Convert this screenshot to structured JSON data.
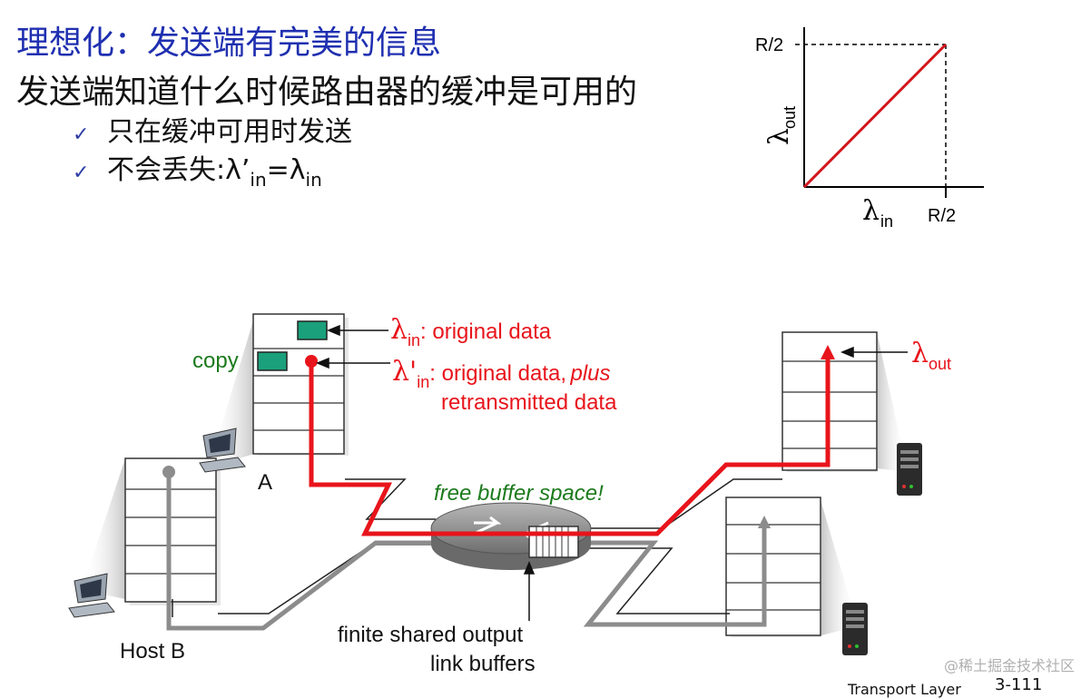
{
  "slide": {
    "title": "理想化：发送端有完美的信息",
    "subtitle": "发送端知道什么时候路由器的缓冲是可用的",
    "bullets": [
      {
        "prefix": "只在缓冲可用时发送",
        "lambda": "",
        "sub_a": "",
        "eq": "",
        "sub_b": ""
      },
      {
        "prefix": "不会丢失:",
        "lambda": "λ’",
        "sub_a": "in",
        "eq": "=λ",
        "sub_b": "in"
      }
    ],
    "check_icon": "✓"
  },
  "graph": {
    "y_tick": "R/2",
    "x_tick": "R/2",
    "y_label": "λ",
    "y_label_sub": "out",
    "x_label": "λ",
    "x_label_sub": "in",
    "line_color": "#d2161c"
  },
  "diagram": {
    "lambda_in_symbol": "λ",
    "lambda_in_sub": "in",
    "lambda_in_text": ": original data",
    "lambda_in_prime_symbol": "λ'",
    "lambda_in_prime_sub": "in",
    "lambda_in_prime_text": ": original data,",
    "lambda_in_prime_plus": "plus",
    "retransmitted": "retransmitted data",
    "lambda_out_symbol": "λ",
    "lambda_out_sub": "out",
    "copy": "copy",
    "host_a": "A",
    "host_b": "Host B",
    "free_buffer": "free buffer space!",
    "finite_buffers_line1": "finite shared output",
    "finite_buffers_line2": "link buffers",
    "colors": {
      "red": "#e8141b",
      "green": "#1c7a1c",
      "packet": "#1aa07a",
      "gray": "#8c8c8c"
    }
  },
  "footer": {
    "label": "Transport Layer",
    "page": "3-111",
    "watermark": "@稀土掘金技术社区"
  }
}
